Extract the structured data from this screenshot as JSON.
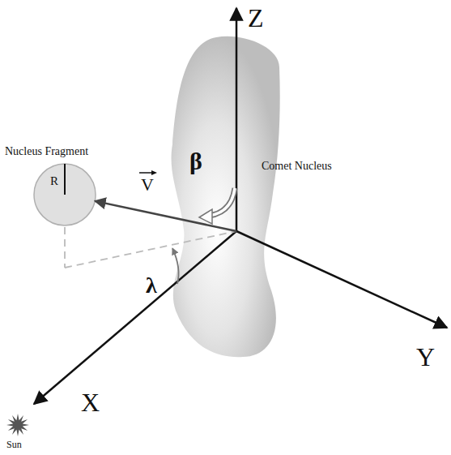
{
  "diagram": {
    "nodes": [
      {
        "text": [
          "Nucleus Fragment",
          "R"
        ]
      },
      {
        "text": [
          "Comet Nucleus"
        ]
      }
    ],
    "edges": [
      {
        "from": 1,
        "to": 0,
        "arrow": "to",
        "label": "V"
      }
    ],
    "labels": [
      "Z",
      "Y",
      "X",
      "β",
      "λ",
      "Sun"
    ]
  }
}
